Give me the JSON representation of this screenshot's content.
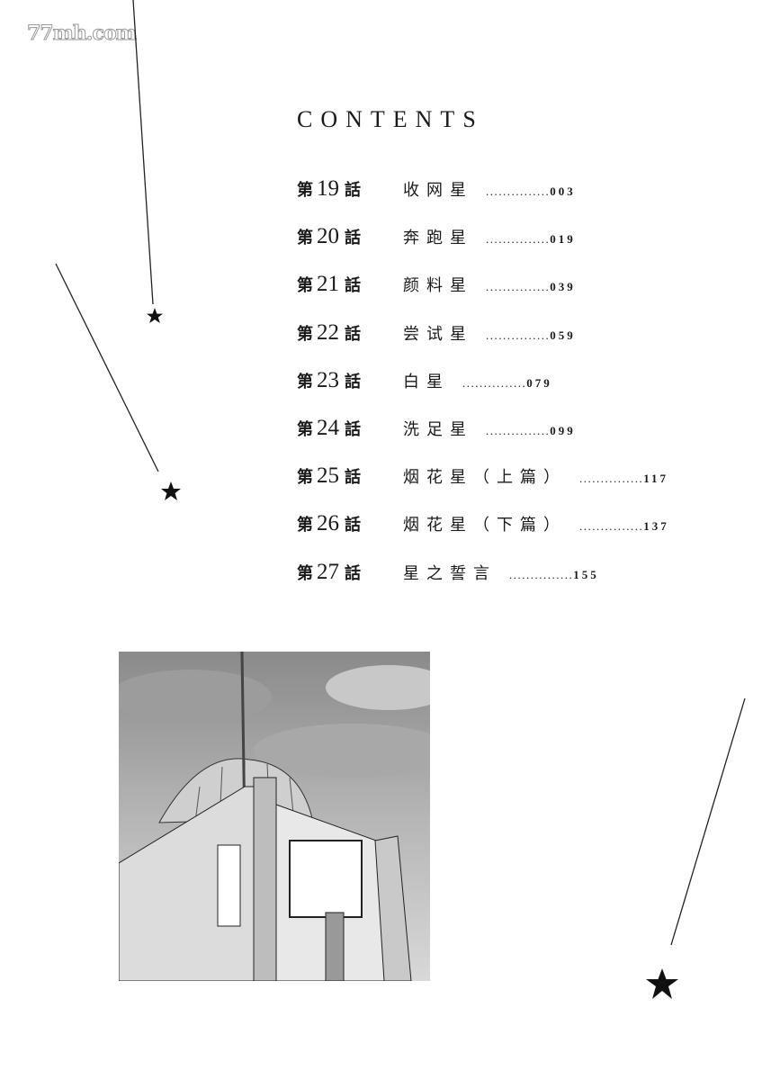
{
  "watermark": "77mh.com",
  "title": "CONTENTS",
  "chapter_prefix": "第",
  "chapter_suffix": "話",
  "dots": "...............",
  "chapters": [
    {
      "num": "19",
      "title": "收网星",
      "page": "003"
    },
    {
      "num": "20",
      "title": "奔跑星",
      "page": "019"
    },
    {
      "num": "21",
      "title": "颜料星",
      "page": "039"
    },
    {
      "num": "22",
      "title": "尝试星",
      "page": "059"
    },
    {
      "num": "23",
      "title": "白星",
      "page": "079"
    },
    {
      "num": "24",
      "title": "洗足星",
      "page": "099"
    },
    {
      "num": "25",
      "title": "烟花星（上篇）",
      "page": "117"
    },
    {
      "num": "26",
      "title": "烟花星（下篇）",
      "page": "137"
    },
    {
      "num": "27",
      "title": "星之誓言",
      "page": "155"
    }
  ]
}
